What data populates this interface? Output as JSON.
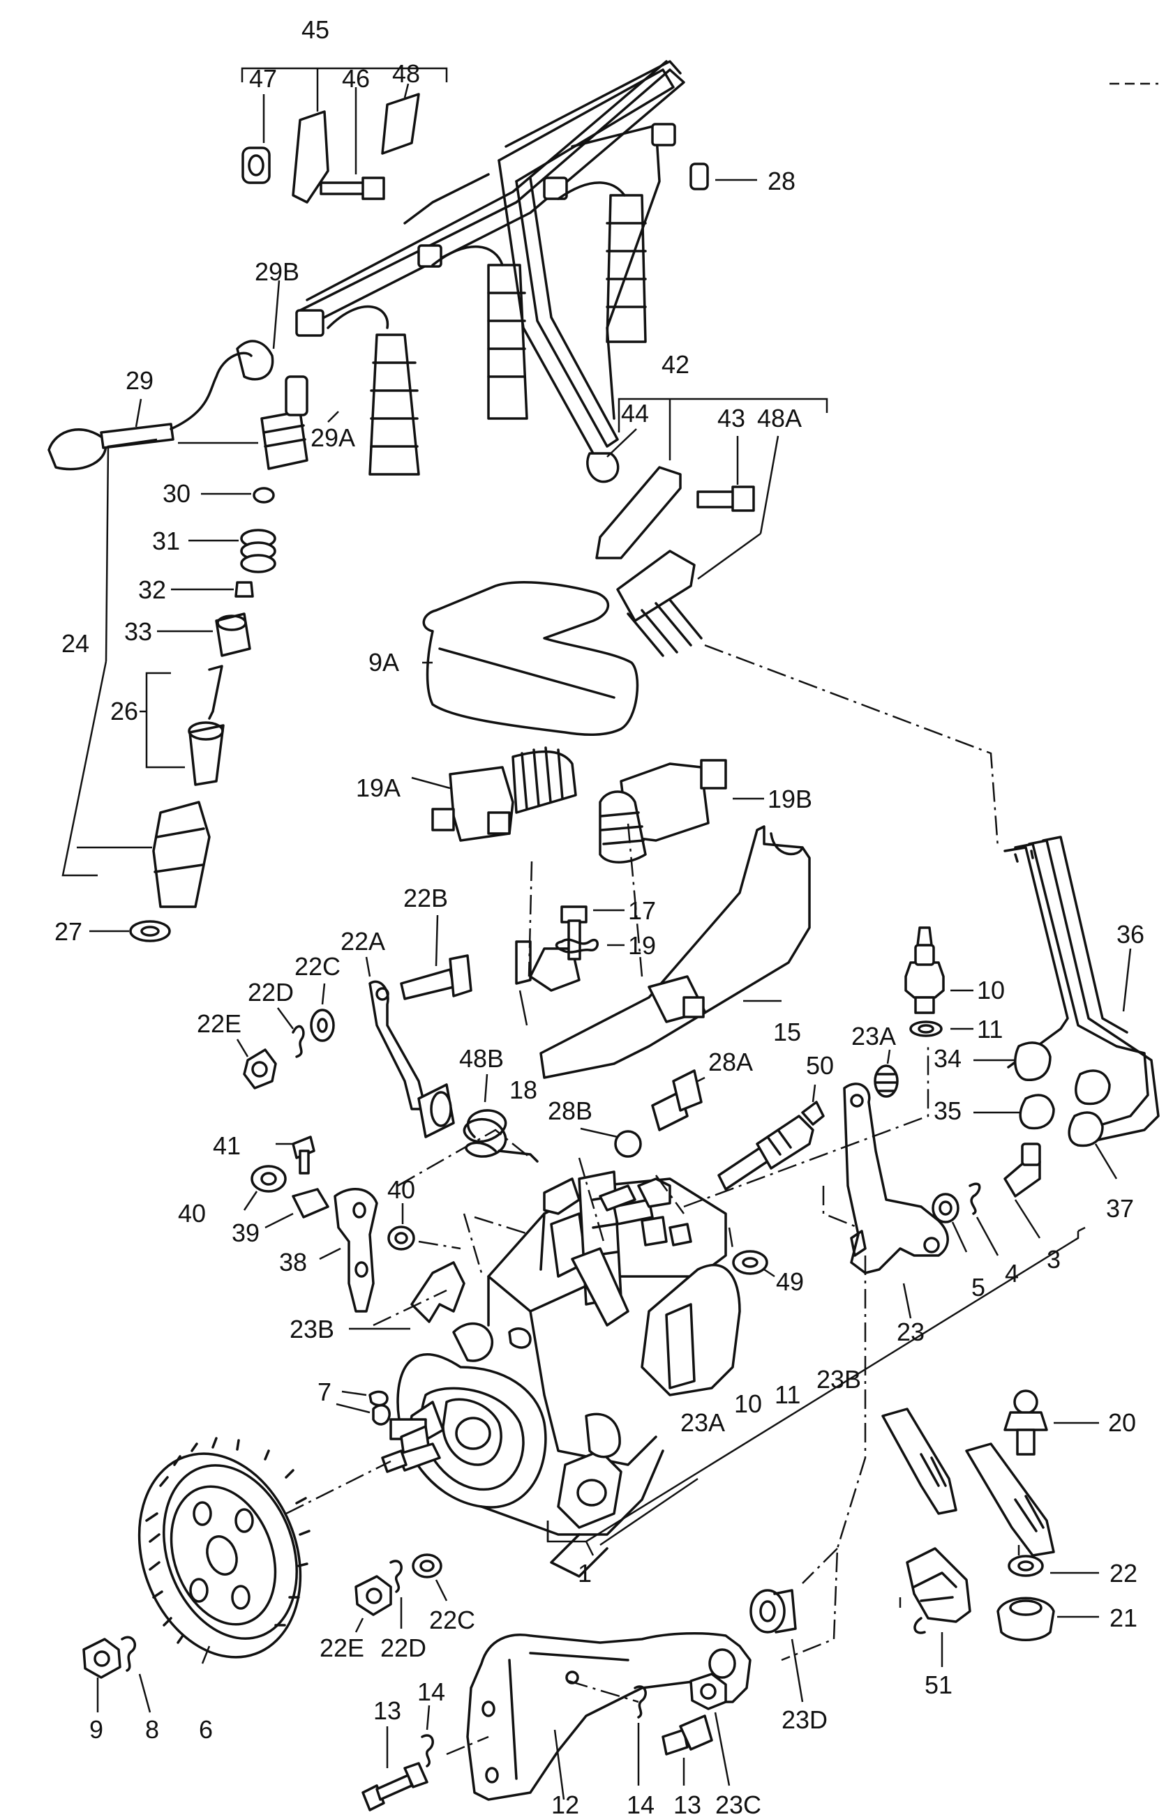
{
  "labels": {
    "l45": "45",
    "l47": "47",
    "l46": "46",
    "l48": "48",
    "l28": "28",
    "l29B": "29B",
    "l29": "29",
    "l29A": "29A",
    "l42": "42",
    "l44": "44",
    "l43": "43",
    "l48A": "48A",
    "l30": "30",
    "l31": "31",
    "l32": "32",
    "l24": "24",
    "l33": "33",
    "l26": "26",
    "l9A": "9A",
    "l19A": "19A",
    "l19B": "19B",
    "l27": "27",
    "l17": "17",
    "l19": "19",
    "l22B": "22B",
    "l22A": "22A",
    "l22C": "22C",
    "l22D": "22D",
    "l22E": "22E",
    "l10": "10",
    "l36": "36",
    "l11": "11",
    "l15": "15",
    "l23A": "23A",
    "l34": "34",
    "l18": "18",
    "l48B": "48B",
    "l28A": "28A",
    "l50": "50",
    "l35": "35",
    "l28B": "28B",
    "l41": "41",
    "l40a": "40",
    "l40b": "40",
    "l39": "39",
    "l38": "38",
    "l3": "3",
    "l37": "37",
    "l4": "4",
    "l5": "5",
    "l49": "49",
    "l23B": "23B",
    "l23": "23",
    "l7": "7",
    "l23Bb": "23B",
    "l11b": "11",
    "l10b": "10",
    "l23Ab": "23A",
    "l20": "20",
    "l1": "1",
    "l22Cb": "22C",
    "l22Db": "22D",
    "l22Eb": "22E",
    "l22": "22",
    "l21": "21",
    "l23D": "23D",
    "l51": "51",
    "l9": "9",
    "l8": "8",
    "l6": "6",
    "l14a": "14",
    "l13a": "13",
    "l12": "12",
    "l14b": "14",
    "l13b": "13",
    "l23C": "23C"
  }
}
